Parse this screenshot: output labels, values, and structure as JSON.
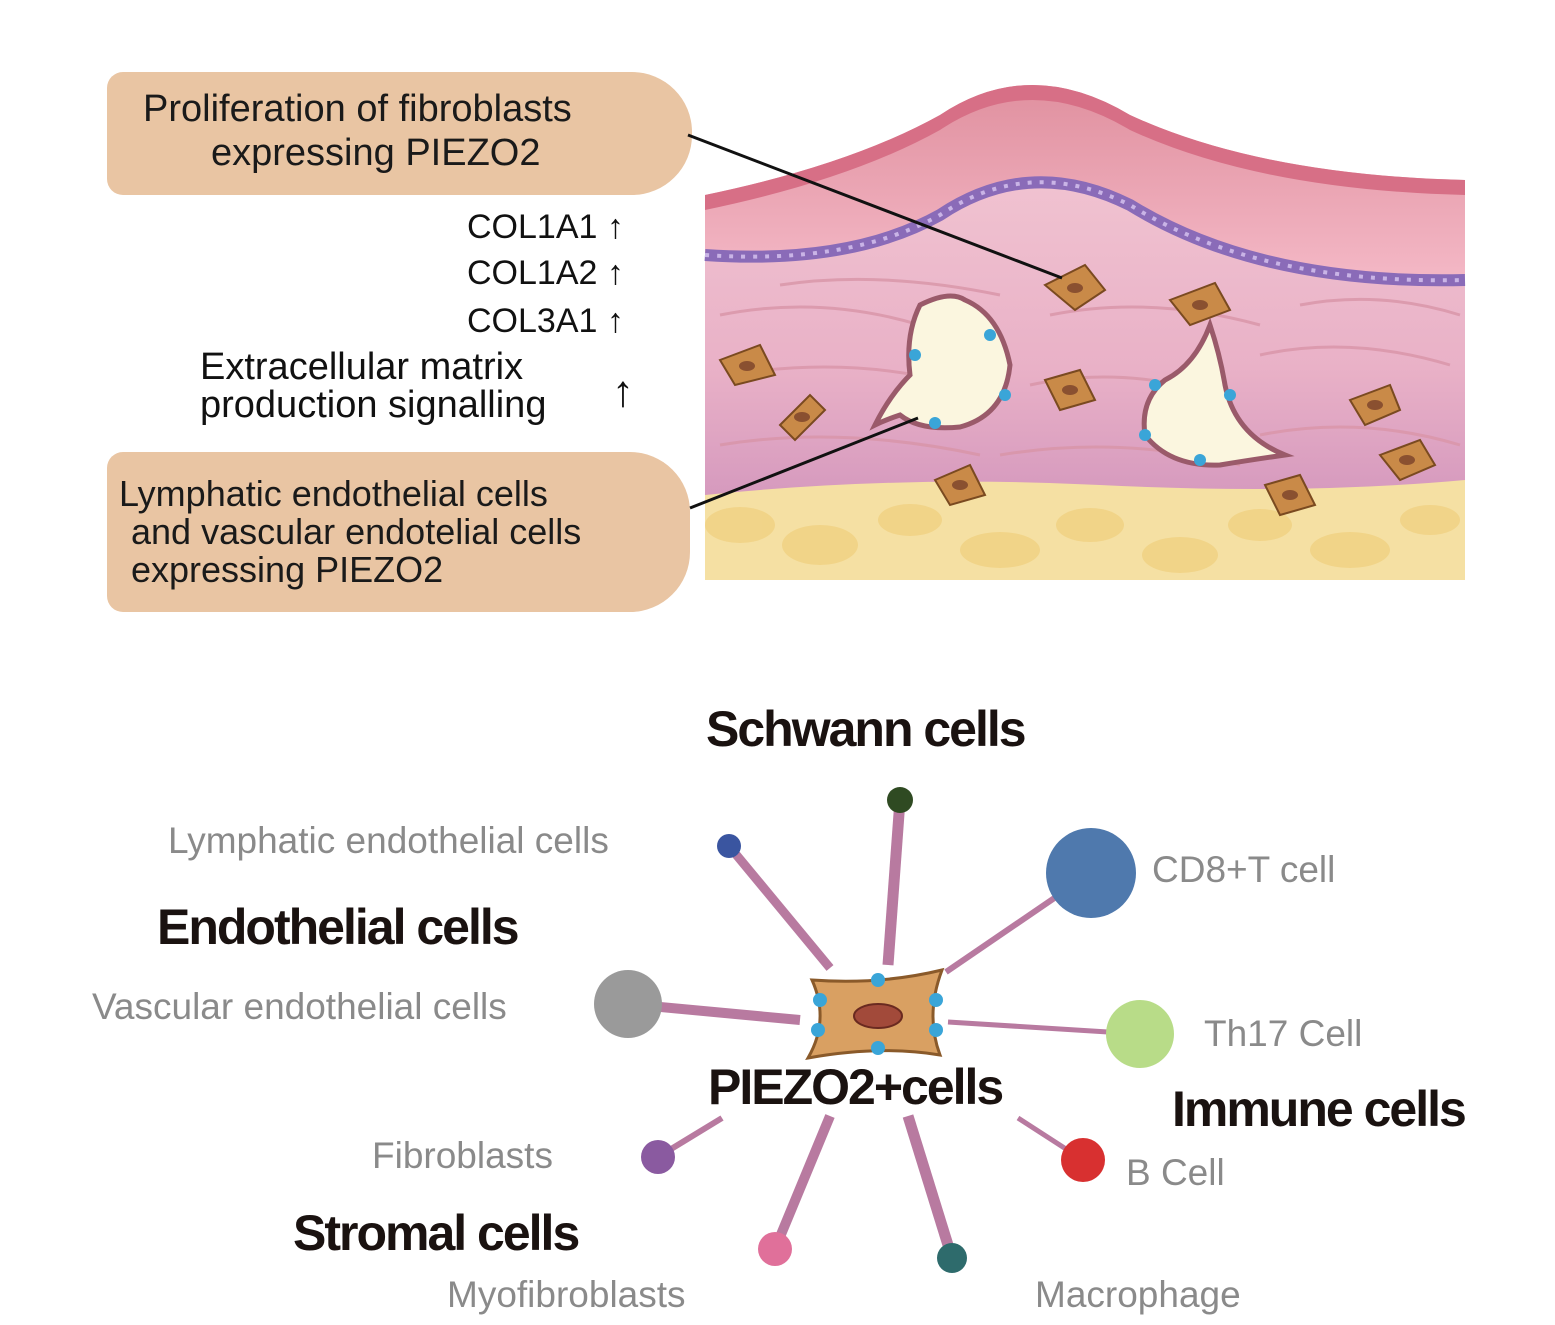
{
  "top_panel": {
    "callout_fibroblasts": {
      "line1": "Proliferation of fibroblasts",
      "line2": "expressing PIEZO2"
    },
    "genes": [
      "COL1A1 ↑",
      "COL1A2 ↑",
      "COL3A1 ↑"
    ],
    "ecm": {
      "line1": "Extracellular matrix",
      "line2": "production signalling",
      "arrow": "↑"
    },
    "callout_endothelial": {
      "line1": "Lymphatic endothelial cells",
      "line2": "and vascular endotelial cells",
      "line3": "expressing PIEZO2"
    }
  },
  "bottom_panel": {
    "center_label": "PIEZO2+cells",
    "categories": {
      "schwann": "Schwann cells",
      "endothelial": "Endothelial cells",
      "immune": "Immune cells",
      "stromal": "Stromal cells"
    },
    "nodes": [
      {
        "id": "schwann",
        "label": "",
        "color": "#2f4a22"
      },
      {
        "id": "lymphatic",
        "label": "Lymphatic endothelial cells",
        "color": "#3a55a0"
      },
      {
        "id": "cd8",
        "label": "CD8+T cell",
        "color": "#4f79ad"
      },
      {
        "id": "vascular",
        "label": "Vascular endothelial cells",
        "color": "#9a9a9a"
      },
      {
        "id": "th17",
        "label": "Th17 Cell",
        "color": "#b8dc88"
      },
      {
        "id": "fibro",
        "label": "Fibroblasts",
        "color": "#8a5aa0"
      },
      {
        "id": "bcell",
        "label": "B Cell",
        "color": "#d83030"
      },
      {
        "id": "myofibro",
        "label": "Myofibroblasts",
        "color": "#e0709a"
      },
      {
        "id": "macro",
        "label": "Macrophage",
        "color": "#2e6b6c"
      }
    ],
    "edge_color": "#b87aa0"
  }
}
